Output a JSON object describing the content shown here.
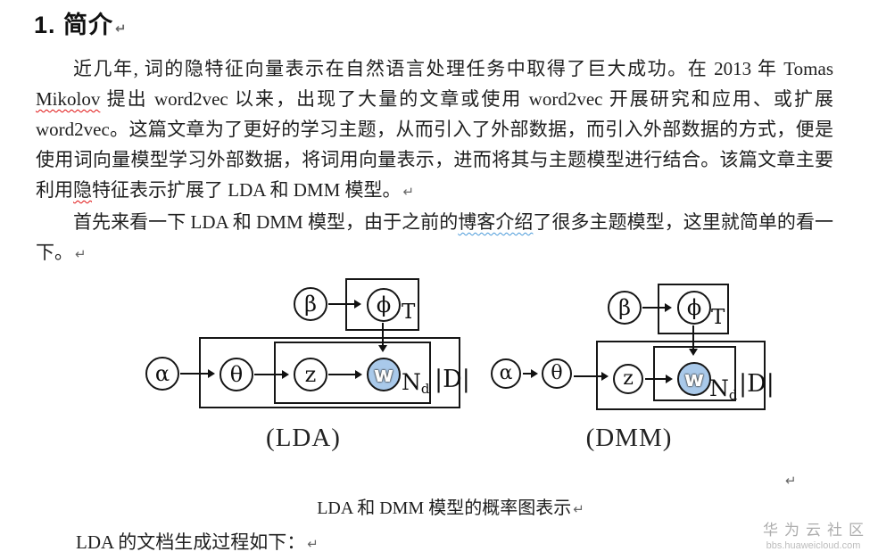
{
  "title": "1. 简介",
  "pilcrow": "↵",
  "paragraphs": {
    "p1": {
      "seg1": "近几年, 词的隐特征向量表示在自然语言处理任务中取得了巨大成功。在 2013 年 Tomas ",
      "mikolov": "Mikolov",
      "seg2": " 提出 word2vec 以来，出现了大量的文章或使用 word2vec 开展研究和应用、或扩展 word2vec。这篇文章为了更好的学习主题，从而引入了外部数据，而引入外部数据的方式，便是使用词向量模型学习外部数据，将词用向量表示，进而将其与主题模型进行结合。该篇文章主要利用",
      "yin": "隐",
      "seg3": "特征表示扩展了 LDA 和 DMM 模型。"
    },
    "p2": {
      "seg1": "首先来看一下 LDA 和 DMM 模型，由于之前的",
      "blog": "博客介绍",
      "seg2": "了很多主题模型，这里就简单的看一下。"
    }
  },
  "figure": {
    "nodes": {
      "alpha": "α",
      "beta": "β",
      "theta": "θ",
      "phi": "ϕ",
      "z": "z",
      "w": "w"
    },
    "plate_labels": {
      "T": "T",
      "N": "N",
      "d": "d",
      "D": "|D|"
    },
    "lda_caption": "(LDA)",
    "dmm_caption": "(DMM)",
    "caption": "LDA 和 DMM 模型的概率图表示",
    "w_fill": "#a9c9ea"
  },
  "closing_line": "LDA 的文档生成过程如下：",
  "watermark": {
    "title": "华为云社区",
    "url": "bbs.huaweicloud.com"
  }
}
